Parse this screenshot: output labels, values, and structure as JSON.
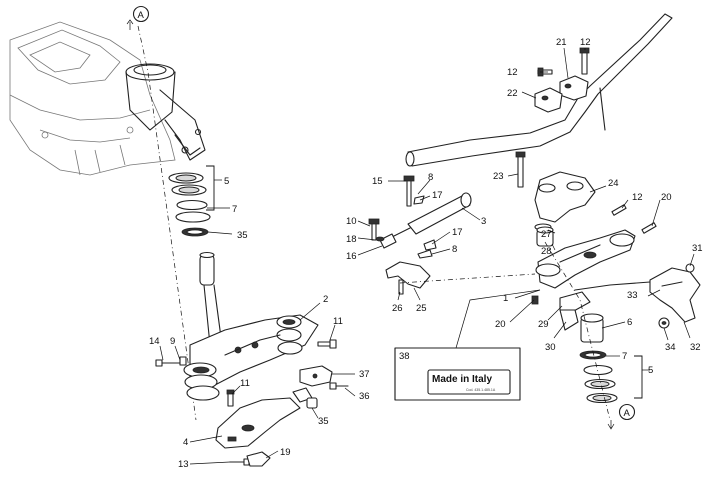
{
  "ref_markers": {
    "top": "A",
    "bottom": "A"
  },
  "labels": {
    "p1": "1",
    "p2": "2",
    "p3": "3",
    "p4": "4",
    "p5_left": "5",
    "p5_right": "5",
    "p6": "6",
    "p7_left": "7",
    "p7_right": "7",
    "p8_top": "8",
    "p8_bottom": "8",
    "p9": "9",
    "p10": "10",
    "p11_left": "11",
    "p11_lower": "11",
    "p12_left": "12",
    "p12_top": "12",
    "p12_right": "12",
    "p13": "13",
    "p14": "14",
    "p15": "15",
    "p16": "16",
    "p17_top": "17",
    "p17_bottom": "17",
    "p18": "18",
    "p19": "19",
    "p20_left": "20",
    "p20_right": "20",
    "p21": "21",
    "p22": "22",
    "p23": "23",
    "p24": "24",
    "p25": "25",
    "p26": "26",
    "p27": "27",
    "p28": "28",
    "p29": "29",
    "p30": "30",
    "p31": "31",
    "p32": "32",
    "p33": "33",
    "p34": "34",
    "p35_upper": "35",
    "p35_lower": "35",
    "p36": "36",
    "p37": "37",
    "p38": "38"
  },
  "made_in_italy": {
    "text": "Made in Italy",
    "code": "Cod. 435.1.485.1A"
  }
}
